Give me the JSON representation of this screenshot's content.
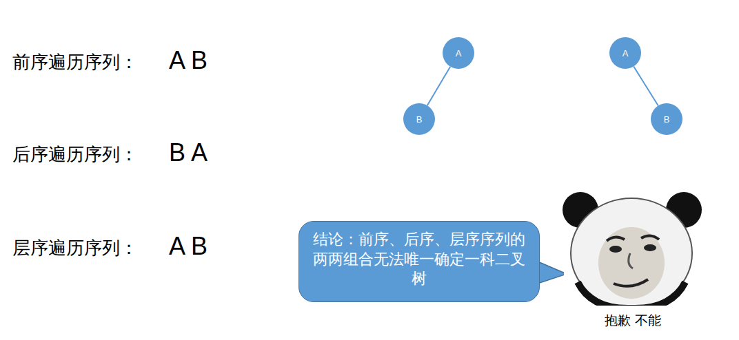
{
  "diagram": {
    "nodes": [
      {
        "text": [
          "A"
        ]
      },
      {
        "text": [
          "B"
        ]
      },
      {
        "text": [
          "A"
        ]
      },
      {
        "text": [
          "B"
        ]
      },
      {
        "text": [
          "结论：前序、后序、层序序列的两两组合无法唯一确定一科二叉树"
        ]
      }
    ],
    "edges": [
      {
        "from": 0,
        "to": 1,
        "arrow": "none"
      },
      {
        "from": 2,
        "to": 3,
        "arrow": "none"
      }
    ],
    "labels": [
      "前序遍历序列：",
      "A B",
      "后序遍历序列：",
      "B A",
      "层序遍历序列：",
      "A B",
      "抱歉 不能"
    ]
  }
}
